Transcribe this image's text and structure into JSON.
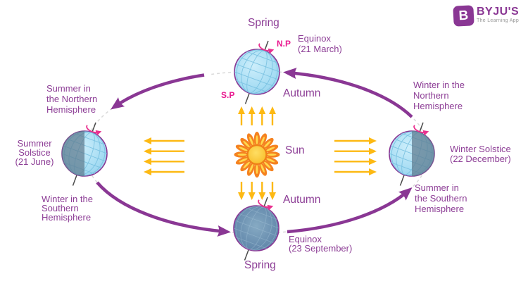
{
  "colors": {
    "purple": "#8A3794",
    "text_purple": "#8D3E96",
    "magenta": "#E9188F",
    "sun_ray_orange": "#F58220",
    "sun_ray_inner": "#FFD84D",
    "sun_core": "#F9C22E",
    "sunlight_yellow": "#FDB913",
    "earth_day": "#A8DCF2",
    "earth_night": "#7E98AB",
    "earth_far": "#5B87AE"
  },
  "logo": {
    "badge_letter": "B",
    "brand": "BYJU'S",
    "tagline": "The Learning App"
  },
  "sun": {
    "label": "Sun"
  },
  "top": {
    "season": "Spring",
    "north_pole": "N.P",
    "south_pole": "S.P",
    "event_lines": [
      "Equinox",
      "(21 March)"
    ],
    "season_side": "Autumn"
  },
  "left": {
    "north_lines": [
      "Summer in",
      "the Northern",
      "Hemisphere"
    ],
    "event_lines": [
      "Summer",
      "Solstice",
      "(21 June)"
    ],
    "south_lines": [
      "Winter in the",
      "Southern",
      "Hemisphere"
    ]
  },
  "right": {
    "north_lines": [
      "Winter in the",
      "Northern",
      "Hemisphere"
    ],
    "event_lines": [
      "Winter Solstice",
      "(22 December)"
    ],
    "south_lines": [
      "Summer in",
      "the Southern",
      "Hemisphere"
    ]
  },
  "bottom": {
    "season_side": "Autumn",
    "event_lines": [
      "Equinox",
      "(23 September)"
    ],
    "season": "Spring"
  }
}
